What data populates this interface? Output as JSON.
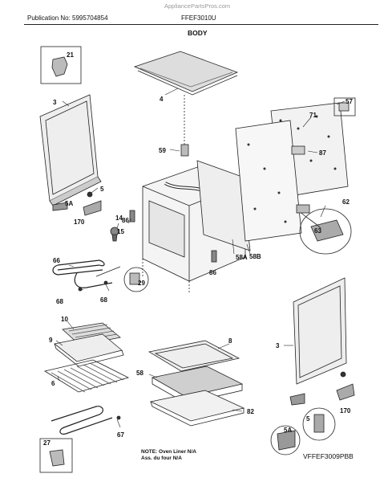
{
  "header": {
    "site": "AppliancePartsPros.com",
    "publication": "Publication No: 5995704854",
    "model": "FFEF3010U",
    "section": "BODY"
  },
  "callouts": {
    "c21": "21",
    "c4": "4",
    "c3a": "3",
    "c57": "57",
    "c71": "71",
    "c87": "87",
    "c59": "59",
    "c5a": "5",
    "c5A_left": "5A",
    "c170_left": "170",
    "c14": "14",
    "c86a": "86",
    "c15": "15",
    "c62": "62",
    "c63": "63",
    "c66": "66",
    "c68a": "68",
    "c68b": "68",
    "c29": "29",
    "c58A": "58A",
    "c58B": "58B",
    "c86b": "86",
    "c10": "10",
    "c9": "9",
    "c6": "6",
    "c8": "8",
    "c58": "58",
    "c82": "82",
    "c3b": "3",
    "c5b": "5",
    "c170_right": "170",
    "c5A_right": "5A",
    "c27": "27",
    "c67": "67"
  },
  "footer": {
    "note_line1": "NOTE: Oven Liner N/A",
    "note_line2": "Ass. du four N/A",
    "diagram_code": "VFFEF3009PBB"
  }
}
